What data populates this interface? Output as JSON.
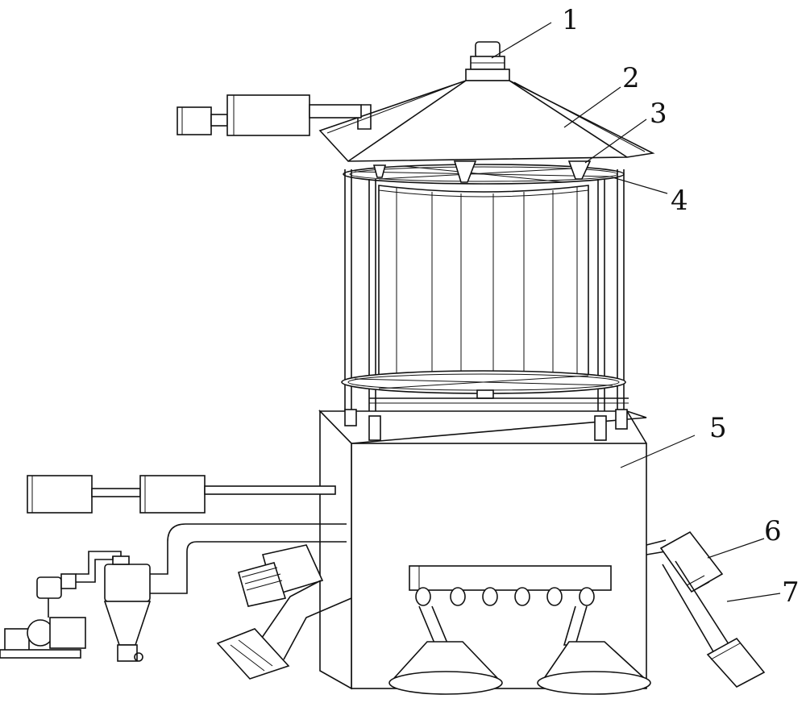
{
  "labels": [
    "1",
    "2",
    "3",
    "4",
    "5",
    "6",
    "7"
  ],
  "colors": {
    "stroke": "#111111",
    "background": "#ffffff"
  }
}
